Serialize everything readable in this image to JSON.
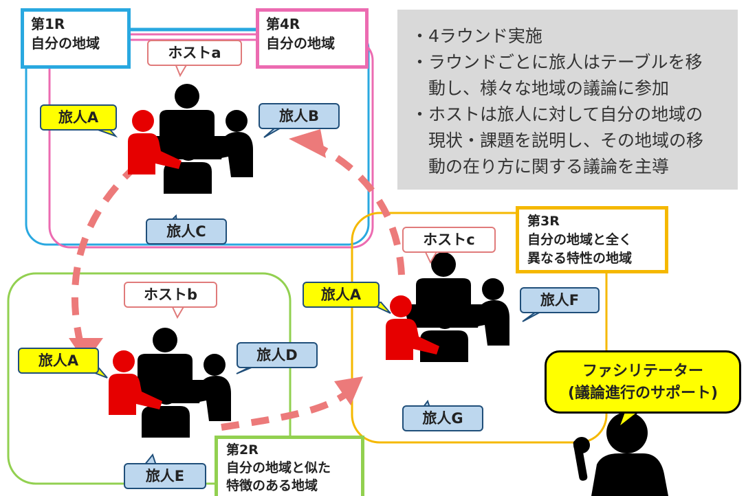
{
  "info": [
    "・4ラウンド実施",
    "・ラウンドごとに旅人はテーブルを移\n　動し、様々な地域の議論に参加",
    "・ホストは旅人に対して自分の地域の\n　現状・課題を説明し、その地域の移\n　動の在り方に関する議論を主導"
  ],
  "rounds": {
    "r1": {
      "label": "第1R",
      "desc": "自分の地域"
    },
    "r4": {
      "label": "第4R",
      "desc": "自分の地域"
    },
    "r3": {
      "label": "第3R",
      "desc1": "自分の地域と全く",
      "desc2": "異なる特性の地域"
    },
    "r2": {
      "label": "第2R",
      "desc1": "自分の地域と似た",
      "desc2": "特徴のある地域"
    }
  },
  "hosts": {
    "a": "ホストa",
    "b": "ホストb",
    "c": "ホストc"
  },
  "travelers": {
    "A": "旅人A",
    "B": "旅人B",
    "C": "旅人C",
    "D": "旅人D",
    "E": "旅人E",
    "F": "旅人F",
    "G": "旅人G"
  },
  "facilitator": {
    "line1": "ファシリテーター",
    "line2": "(議論進行のサポート)"
  },
  "colors": {
    "blue": "#29a8e0",
    "pink": "#ec6bb1",
    "green": "#92d050",
    "orange": "#f5b800",
    "arrow": "#ec7a7a",
    "yellow": "#ffff00",
    "lightblue": "#bdd7ee",
    "red": "#e60000"
  }
}
